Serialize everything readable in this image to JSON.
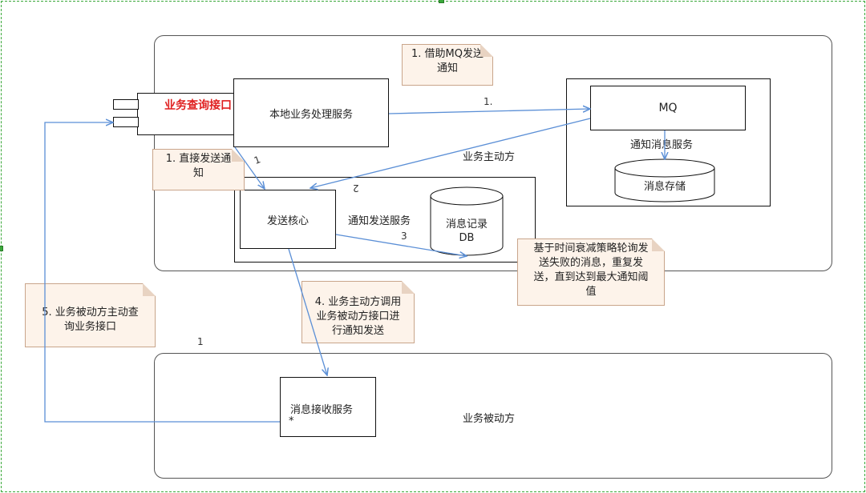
{
  "regions": {
    "active_party": "业务主动方",
    "passive_party": "业务被动方",
    "notify_send_service": "通知发送服务",
    "notify_message_service": "通知消息服务"
  },
  "components": {
    "query_interface": "业务查询接口",
    "local_service": "本地业务处理服务",
    "mq": "MQ",
    "message_store": "消息存储",
    "send_core": "发送核心",
    "message_log_db": [
      "消息记录",
      "DB"
    ],
    "receive_service": "消息接收服务"
  },
  "notes": {
    "via_mq": [
      "1. 借助MQ发送",
      "通知"
    ],
    "direct_send": [
      "1. 直接发送通",
      "知"
    ],
    "retry_policy": [
      "基于时间衰减策略轮询发",
      "送失败的消息，重复发",
      "送，直到达到最大通知阈",
      "值"
    ],
    "call_passive": [
      "4. 业务主动方调用",
      "业务被动方接口进",
      "行通知发送"
    ],
    "passive_query": [
      "5. 业务被动方主动查",
      "询业务接口"
    ]
  },
  "edge_labels": {
    "local_to_mq": "1.",
    "local_to_core": "1",
    "mq_to_core": "2",
    "core_to_db": "3",
    "multiplicity_one": "1",
    "multiplicity_many": "*"
  },
  "colors": {
    "arrow": "#5b8fd6",
    "accent_text": "#e02020",
    "note_fill": "#fdf3ea",
    "note_border": "#c9a58b",
    "frame": "#3aa83a"
  }
}
